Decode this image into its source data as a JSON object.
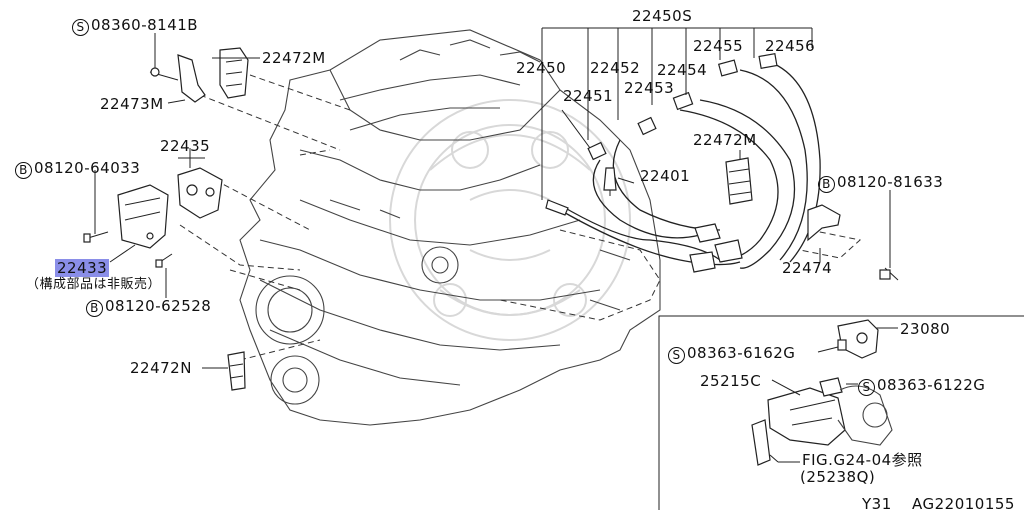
{
  "callouts": {
    "s_08360_8141b": {
      "prefix": "S",
      "text": "08360-8141B"
    },
    "p_22472m_top": "22472M",
    "p_22473m": "22473M",
    "p_22435": "22435",
    "b_08120_64033": {
      "prefix": "B",
      "text": "08120-64033"
    },
    "p_22433": "22433",
    "not_sold_note": "（構成部品は非販売）",
    "b_08120_62528": {
      "prefix": "B",
      "text": "08120-62528"
    },
    "p_22472n": "22472N",
    "p_22450s": "22450S",
    "p_22450": "22450",
    "p_22452": "22452",
    "p_22455": "22455",
    "p_22456": "22456",
    "p_22454": "22454",
    "p_22451": "22451",
    "p_22453": "22453",
    "p_22472m_right": "22472M",
    "p_22401": "22401",
    "b_08120_81633": {
      "prefix": "B",
      "text": "08120-81633"
    },
    "p_22474": "22474"
  },
  "inset": {
    "p_23080": "23080",
    "s_08363_6162g": {
      "prefix": "S",
      "text": "08363-6162G"
    },
    "p_25215c": "25215C",
    "s_08363_6122g": {
      "prefix": "S",
      "text": "08363-6122G"
    },
    "fig_ref": "FIG.G24-04参照",
    "fig_ref_part": "(25238Q)"
  },
  "footer": {
    "model": "Y31",
    "code": "AG22010155"
  },
  "colors": {
    "highlight": "#8a8ee8",
    "line": "#222222"
  }
}
